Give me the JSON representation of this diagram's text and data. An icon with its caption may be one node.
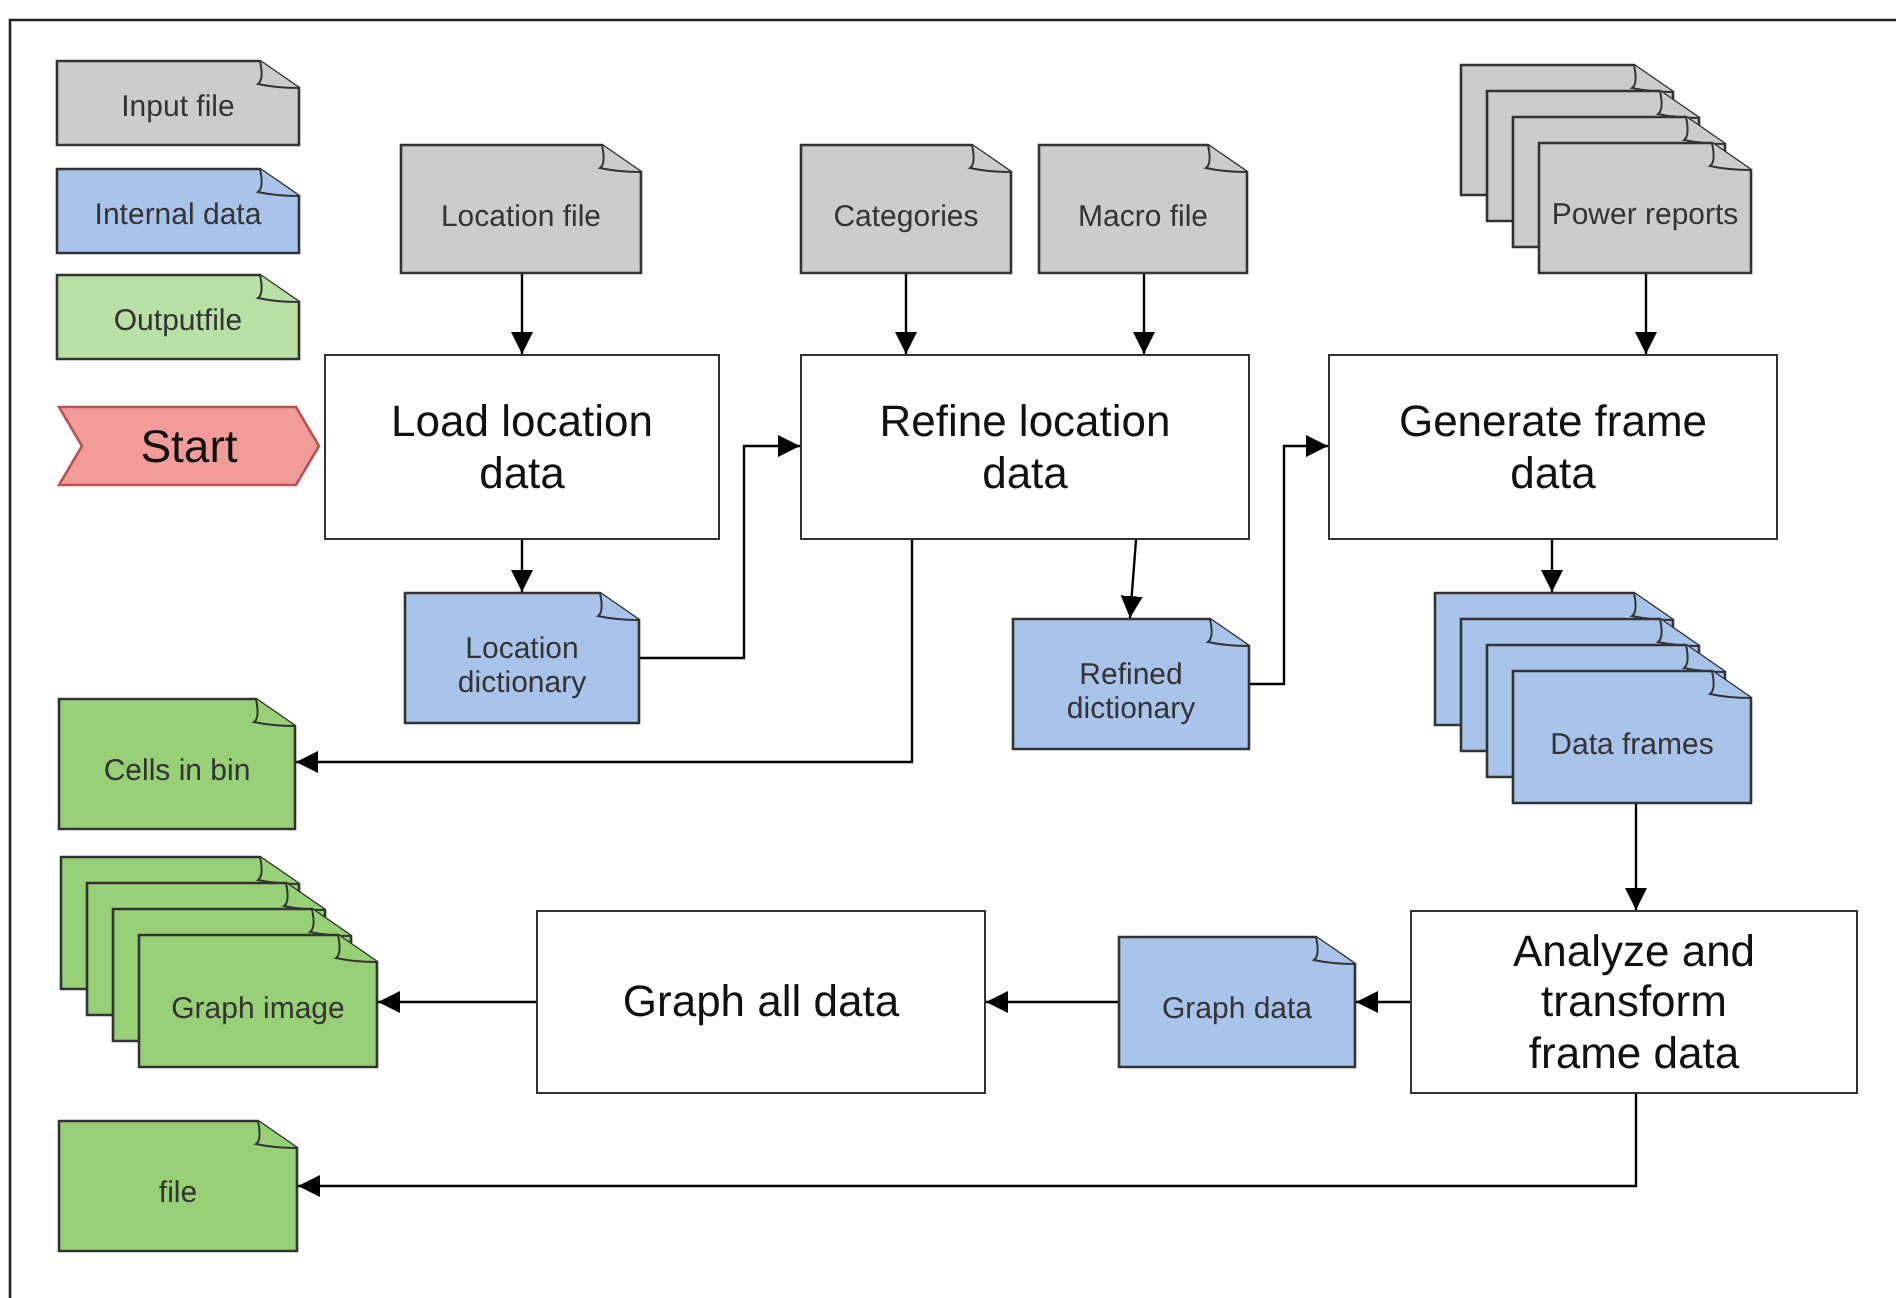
{
  "diagram": {
    "nodes": [
      {
        "text": [
          "Location file"
        ]
      },
      {
        "text": [
          "Categories"
        ]
      },
      {
        "text": [
          "Macro file"
        ]
      },
      {
        "text": [
          "Power reports"
        ]
      },
      {
        "text": [
          "Start"
        ]
      },
      {
        "text": [
          "Load location data"
        ]
      },
      {
        "text": [
          "Refine location data"
        ]
      },
      {
        "text": [
          "Generate frame data"
        ]
      },
      {
        "text": [
          "Location dictionary"
        ]
      },
      {
        "text": [
          "Refined dictionary"
        ]
      },
      {
        "text": [
          "Cells in bin"
        ]
      },
      {
        "text": [
          "Data frames"
        ]
      },
      {
        "text": [
          "Graph image"
        ]
      },
      {
        "text": [
          "Graph all data"
        ]
      },
      {
        "text": [
          "Graph data"
        ]
      },
      {
        "text": [
          "Analyze and transform frame data"
        ]
      },
      {
        "text": [
          "file"
        ]
      }
    ],
    "edges": [
      {
        "from": 0,
        "to": 5,
        "arrow": "to"
      },
      {
        "from": 1,
        "to": 6,
        "arrow": "to"
      },
      {
        "from": 2,
        "to": 6,
        "arrow": "to"
      },
      {
        "from": 3,
        "to": 7,
        "arrow": "to"
      },
      {
        "from": 5,
        "to": 8,
        "arrow": "to"
      },
      {
        "from": 8,
        "to": 6,
        "arrow": "to"
      },
      {
        "from": 6,
        "to": 10,
        "arrow": "to"
      },
      {
        "from": 6,
        "to": 9,
        "arrow": "to"
      },
      {
        "from": 9,
        "to": 7,
        "arrow": "to"
      },
      {
        "from": 7,
        "to": 11,
        "arrow": "to"
      },
      {
        "from": 11,
        "to": 15,
        "arrow": "to"
      },
      {
        "from": 15,
        "to": 14,
        "arrow": "to"
      },
      {
        "from": 14,
        "to": 13,
        "arrow": "to"
      },
      {
        "from": 13,
        "to": 12,
        "arrow": "to"
      },
      {
        "from": 15,
        "to": 16,
        "arrow": "to"
      }
    ],
    "legend": [
      {
        "text": "Input file",
        "color": "#cccccc"
      },
      {
        "text": "Internal data",
        "color": "#a9c4eb"
      },
      {
        "text": "Outputfile",
        "color": "#b9e0a5"
      }
    ]
  }
}
